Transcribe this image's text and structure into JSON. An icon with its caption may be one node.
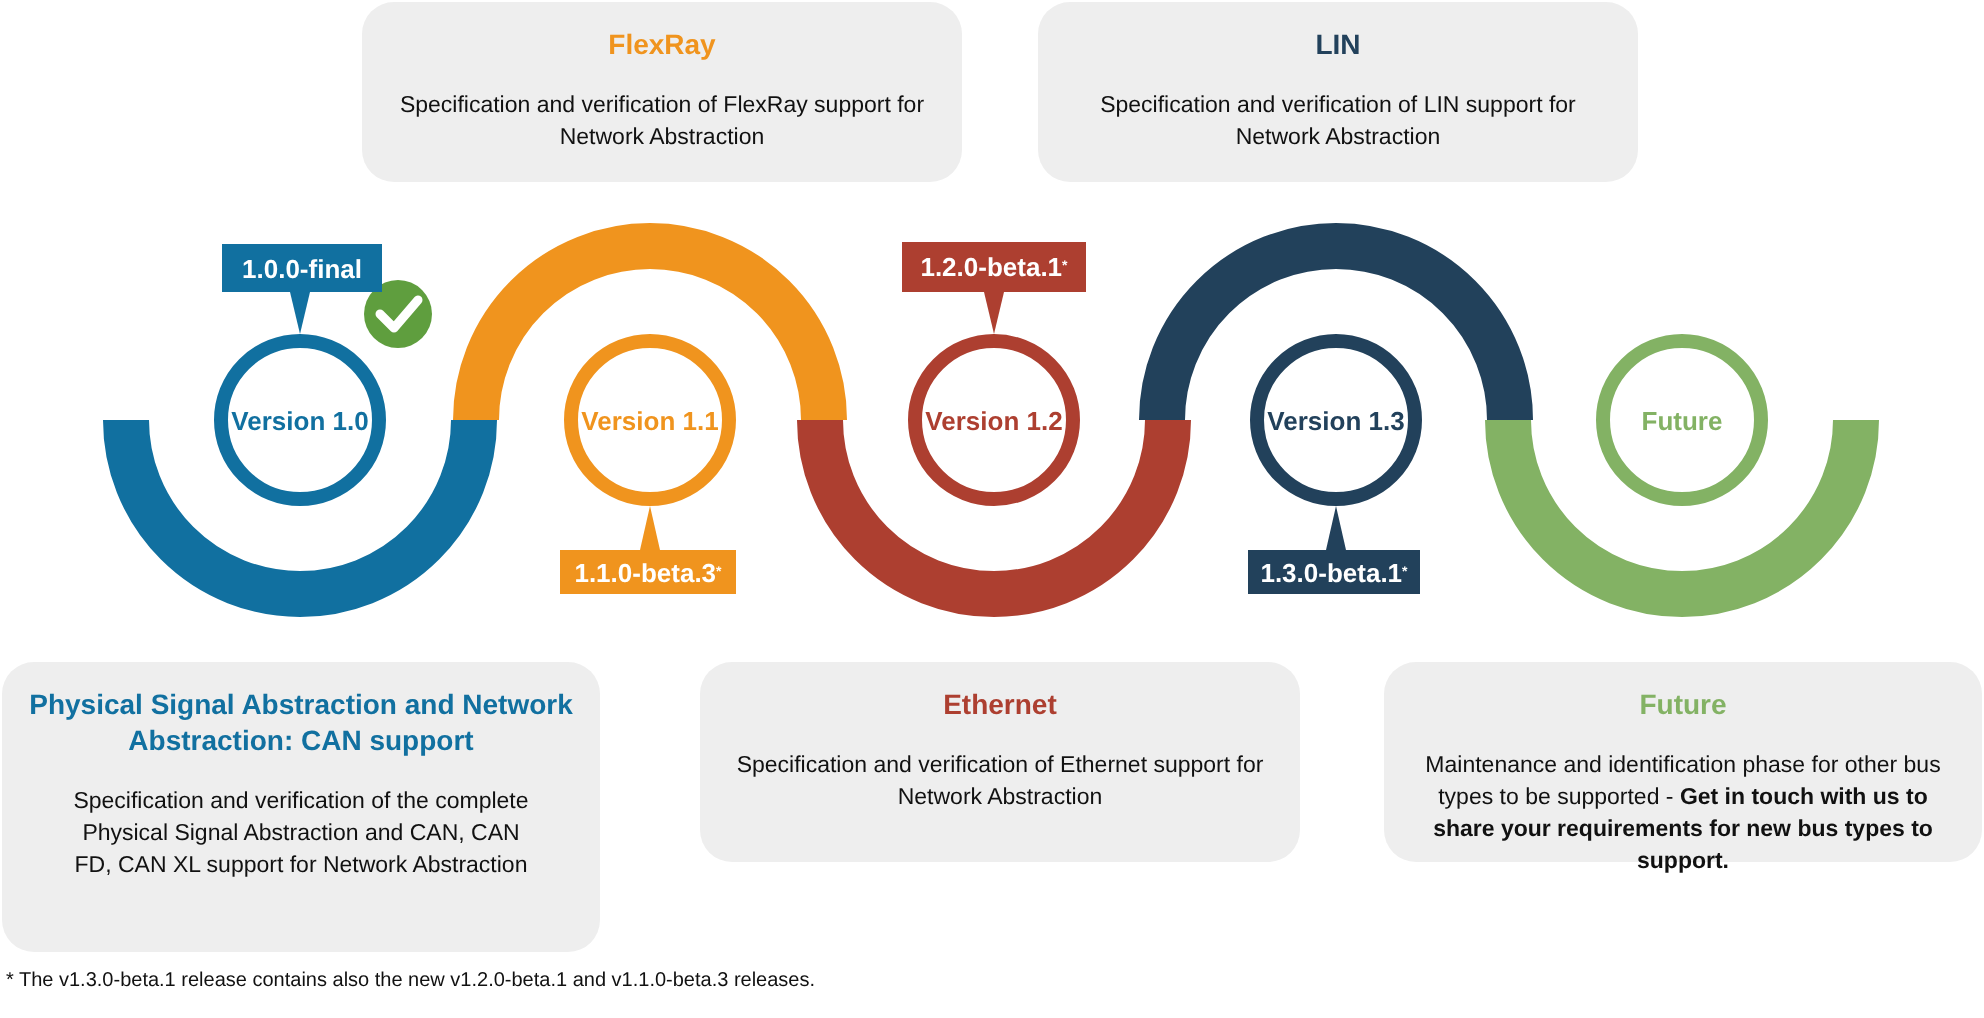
{
  "diagram": {
    "nodes": [
      {
        "text": [
          "Version 1.0"
        ]
      },
      {
        "text": [
          "Version 1.1"
        ]
      },
      {
        "text": [
          "Version 1.2"
        ]
      },
      {
        "text": [
          "Version 1.3"
        ]
      },
      {
        "text": [
          "Future"
        ]
      },
      {
        "text": [
          "1.0.0-final"
        ]
      },
      {
        "text": [
          "1.1.0-beta.3$^{*}$"
        ]
      },
      {
        "text": [
          "1.2.0-beta.1$^{*}$"
        ]
      },
      {
        "text": [
          "1.3.0-beta.1$^{*}$"
        ]
      },
      {
        "text": [
          "FlexRay",
          "Specification and verification of FlexRay support for Network Abstraction"
        ]
      },
      {
        "text": [
          "LIN",
          "Specification and verification of LIN support for Network Abstraction"
        ]
      },
      {
        "text": [
          "Physical Signal Abstraction and Network Abstraction: CAN support",
          "Specification and verification of the complete Physical Signal Abstraction and CAN, CAN FD, CAN XL support for Network Abstraction"
        ]
      },
      {
        "text": [
          "Ethernet",
          "Specification and verification of Ethernet support for Network Abstraction"
        ]
      },
      {
        "text": [
          "Future",
          "Maintenance and identification phase for other bus types to be supported - **Get in touch with us to share your requirements for new bus types to support.**"
        ]
      }
    ],
    "edges": [
      {
        "from": 5,
        "to": 0,
        "arrow": "to"
      },
      {
        "from": 6,
        "to": 1,
        "arrow": "to"
      },
      {
        "from": 7,
        "to": 2,
        "arrow": "to"
      },
      {
        "from": 8,
        "to": 3,
        "arrow": "to"
      }
    ],
    "labels": [
      "* The v1.3.0-beta.1 release contains also the new v1.2.0-beta.1 and v1.1.0-beta.3 releases."
    ]
  }
}
